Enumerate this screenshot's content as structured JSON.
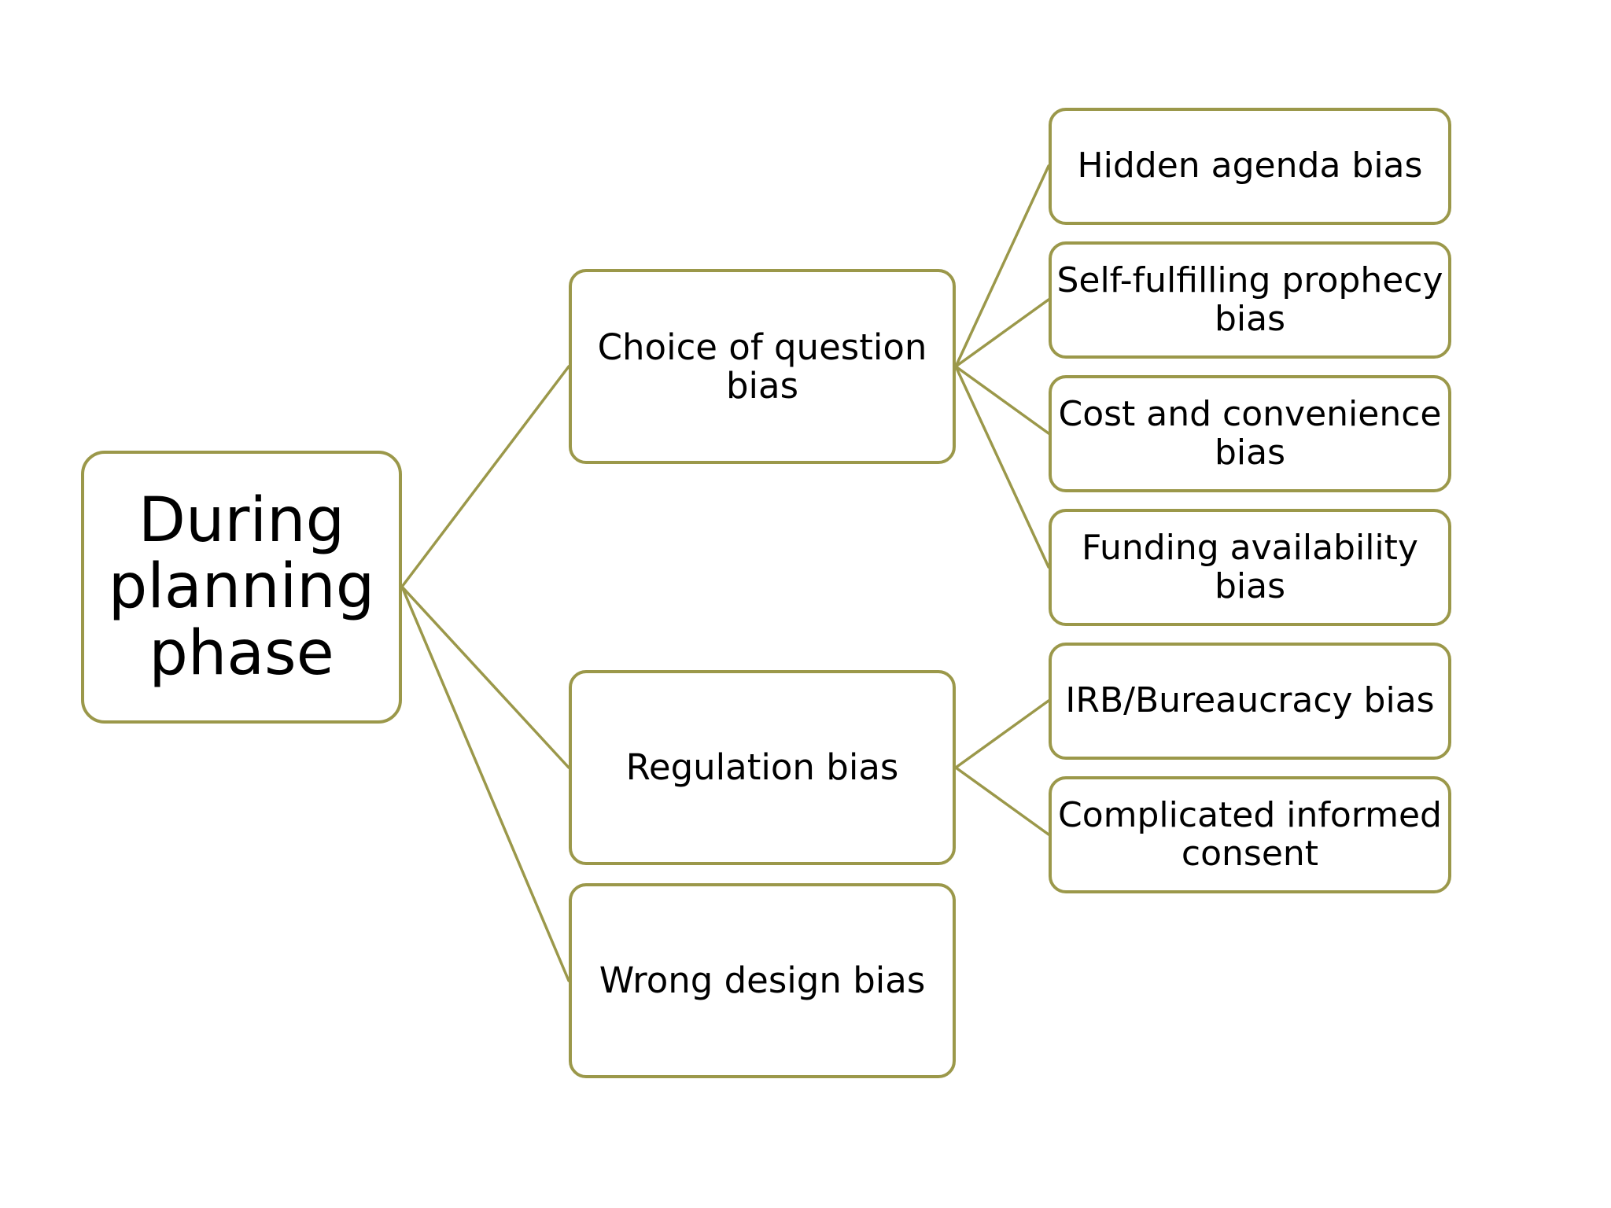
{
  "colors": {
    "border": "#9b984a",
    "background": "#ffffff",
    "text": "#000000"
  },
  "root": {
    "label": "During planning phase"
  },
  "branches": [
    {
      "label": "Choice of question bias",
      "children": [
        "Hidden agenda bias",
        "Self-fulfilling prophecy bias",
        "Cost and convenience bias",
        "Funding availability bias"
      ]
    },
    {
      "label": "Regulation bias",
      "children": [
        "IRB/Bureaucracy bias",
        "Complicated informed consent"
      ]
    },
    {
      "label": "Wrong design bias",
      "children": []
    }
  ]
}
